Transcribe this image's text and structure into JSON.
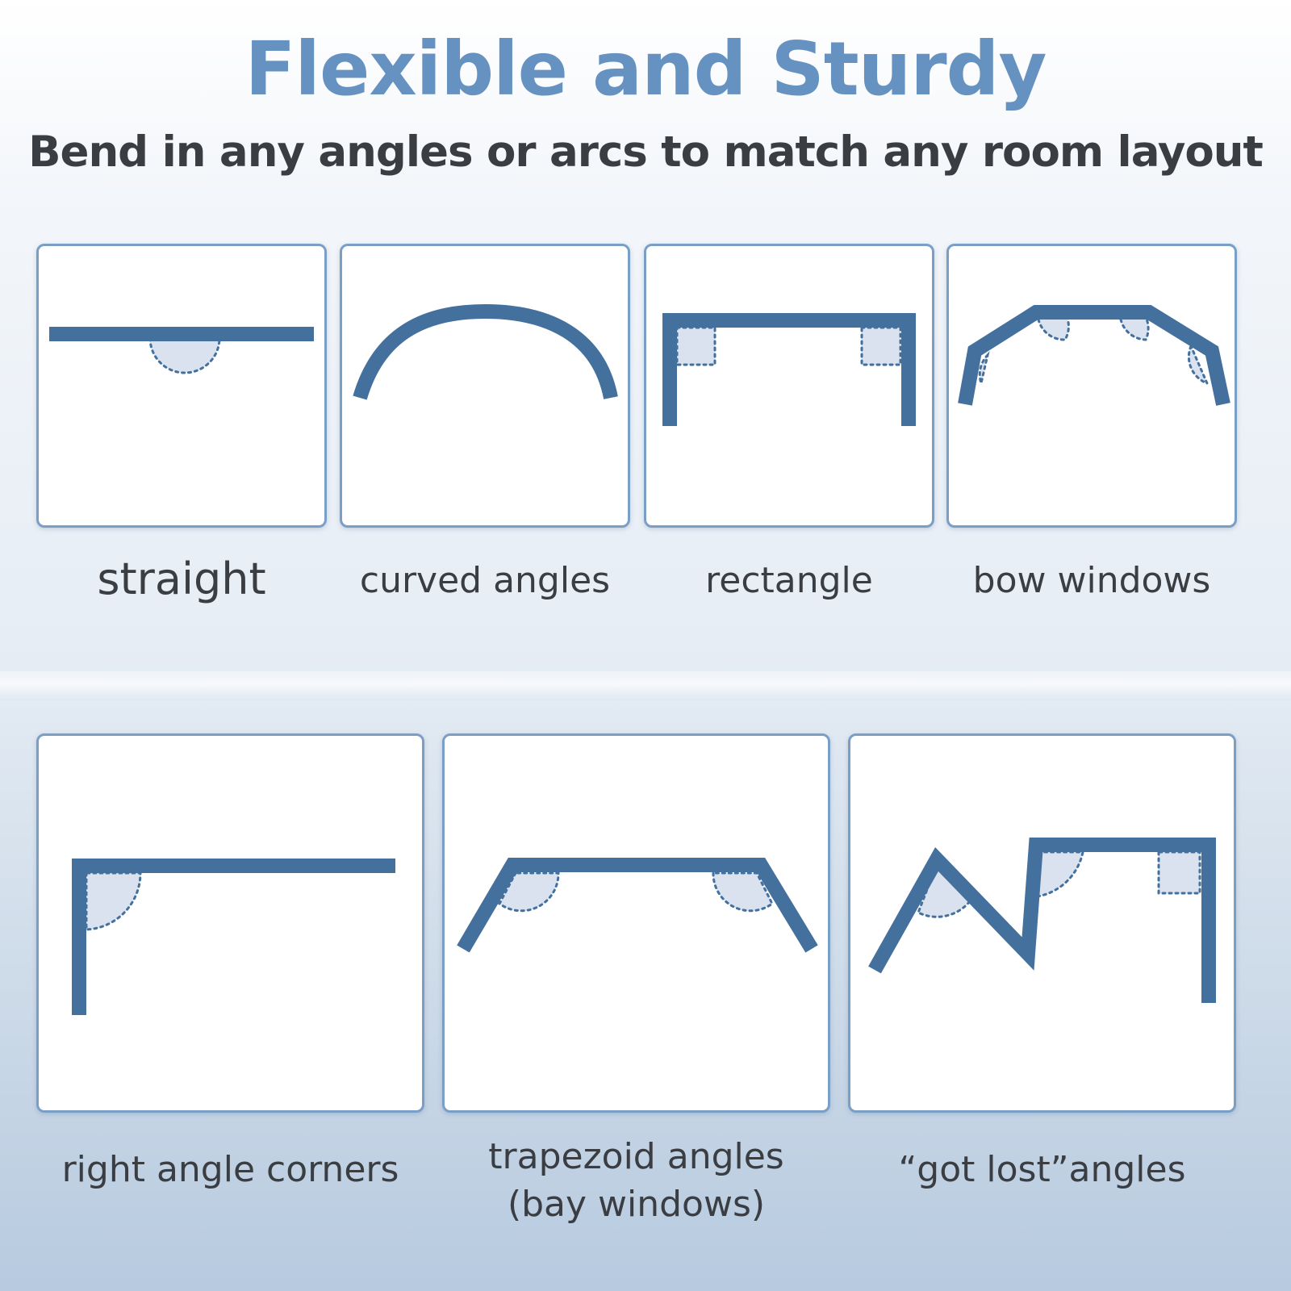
{
  "header": {
    "title": "Flexible and Sturdy",
    "subtitle": "Bend in any angles or arcs to match any room layout"
  },
  "configurations": [
    {
      "label": "straight"
    },
    {
      "label": "curved angles"
    },
    {
      "label": "rectangle"
    },
    {
      "label": "bow windows"
    },
    {
      "label": "right angle corners"
    },
    {
      "label": "trapezoid angles",
      "label_line2": "(bay windows)"
    },
    {
      "label": "“got lost”angles"
    }
  ],
  "colors": {
    "title": "#6592c1",
    "rod": "#44709e",
    "angle_fill": "#d9e2ee",
    "card_border": "#7a9fc6",
    "text": "#3a3d42"
  }
}
